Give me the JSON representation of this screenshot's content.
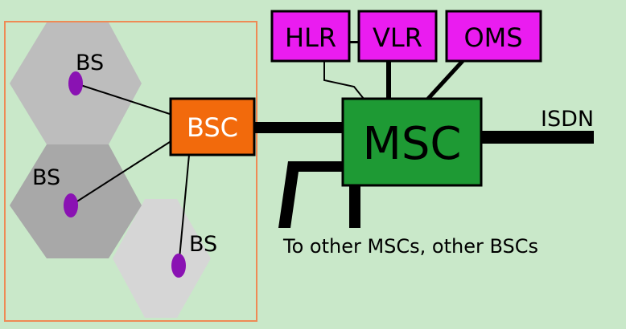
{
  "colors": {
    "background": "#c9e8c9",
    "cell_light": "#d6d6d6",
    "cell_mid": "#bdbdbd",
    "cell_dark": "#a8a8a8",
    "bs_dot": "#8a12b3",
    "bsc_fill": "#f26a0c",
    "msc_fill": "#1e9a34",
    "db_fill": "#ea1cf0",
    "frame": "#ee8a55",
    "line": "#000000"
  },
  "base_stations": [
    {
      "label": "BS"
    },
    {
      "label": "BS"
    },
    {
      "label": "BS"
    }
  ],
  "bsc": {
    "label": "BSC"
  },
  "msc": {
    "label": "MSC"
  },
  "databases": [
    {
      "label": "HLR"
    },
    {
      "label": "VLR"
    },
    {
      "label": "OMS"
    }
  ],
  "isdn": {
    "label": "ISDN"
  },
  "other_link": {
    "label": "To other MSCs, other BSCs"
  }
}
